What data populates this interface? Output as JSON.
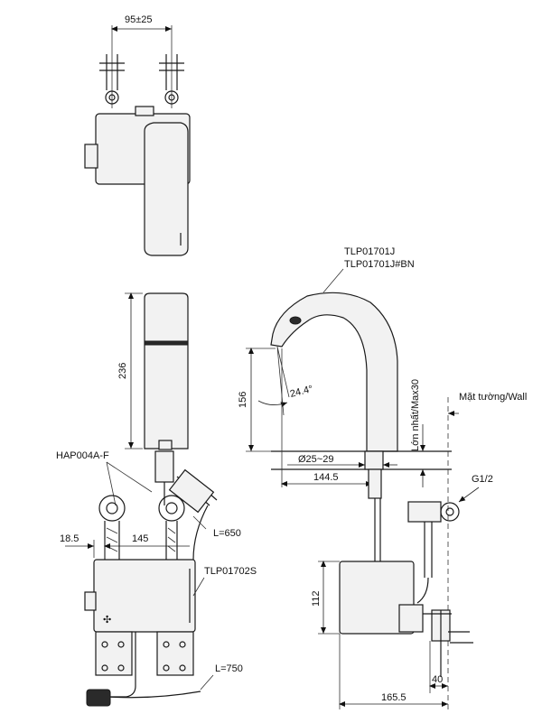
{
  "labels": {
    "dim_top_spacing": "95±25",
    "dim_body_height": "236",
    "part_valve": "HAP004A-F",
    "dim_sensor_cable": "L=650",
    "dim_left_offset": "18.5",
    "dim_box_spacing": "145",
    "part_control_box": "TLP01702S",
    "dim_power_cable": "L=750",
    "part_faucet_a": "TLP01701J",
    "part_faucet_b": "TLP01701J#BN",
    "dim_spout_height": "156",
    "dim_spout_angle": "24.4°",
    "dim_max_30": "Lớn nhất/Max30",
    "wall_label": "Mặt tường/Wall",
    "dim_hole_diameter": "Ø25~29",
    "dim_spout_reach": "144.5",
    "dim_thread": "G1/2",
    "dim_box_height": "112",
    "dim_wall_offset": "40",
    "dim_total_depth": "165.5"
  }
}
